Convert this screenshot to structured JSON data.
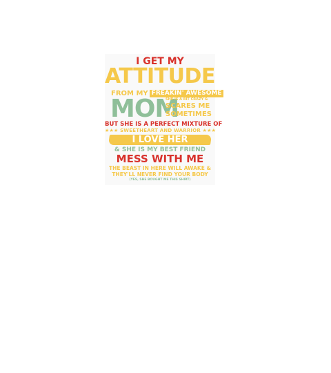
{
  "shirt_text": {
    "line1": "I GET MY",
    "line2": "ATTITUDE",
    "line3_prefix": "FROM MY",
    "line3_highlight": "FREAKIN' AWESOME",
    "mom": "MOM",
    "mom_side_small": "SHE IS A BIT CRAZY &",
    "mom_side_line1": "SCARES ME",
    "mom_side_line2": "SOMETIMES",
    "line5": "BUT SHE IS A PERFECT MIXTURE OF",
    "line6": "★★★ SWEETHEART AND WARRIOR ★★★",
    "banner": "I LOVE HER",
    "line8": "& SHE IS MY BEST FRIEND",
    "line9": "MESS WITH ME",
    "line10": "THE BEAST IN HERE WILL AWAKE &",
    "line11": "THEY'LL NEVER FIND YOUR BODY",
    "line12": "(YES, SHE BOUGHT ME THIS SHIRT)"
  },
  "colors": {
    "red": "#d8322c",
    "yellow": "#f5c84a",
    "green": "#8fbf99",
    "background": "#f9f9f9"
  }
}
